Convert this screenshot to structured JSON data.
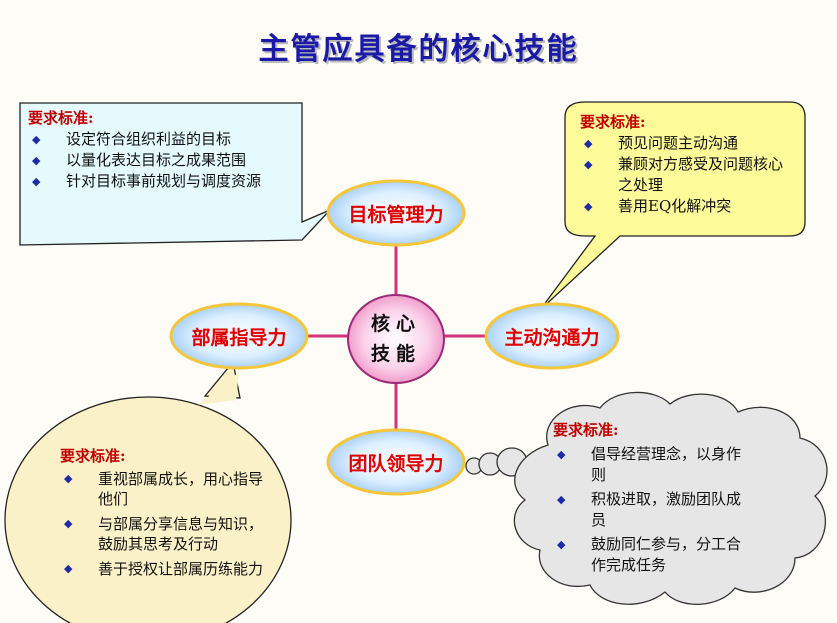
{
  "title": "主管应具备的核心技能",
  "colors": {
    "title": "#1a1aa6",
    "node_text": "#e00000",
    "header": "#c00000",
    "bullet": "#1f2aa6",
    "line": "#d4327a"
  },
  "core": {
    "line1": "核心",
    "line2": "技能"
  },
  "nodes": {
    "top": "目标管理力",
    "right": "主动沟通力",
    "bottom": "团队领导力",
    "left": "部属指导力"
  },
  "callouts": {
    "top_left": {
      "header": "要求标准:",
      "items": [
        "设定符合组织利益的目标",
        "以量化表达目标之成果范围",
        "针对目标事前规划与调度资源"
      ]
    },
    "top_right": {
      "header": "要求标准:",
      "items": [
        "预见问题主动沟通",
        "兼顾对方感受及问题核心之处理",
        "善用EQ化解冲突"
      ]
    },
    "bottom_left": {
      "header": "要求标准:",
      "items": [
        "重视部属成长，用心指导他们",
        "与部属分享信息与知识，鼓励其思考及行动",
        "善于授权让部属历练能力"
      ]
    },
    "bottom_right": {
      "header": "要求标准:",
      "items": [
        "倡导经营理念，以身作则",
        "积极进取，激励团队成员",
        "鼓励同仁参与，分工合作完成任务"
      ]
    }
  }
}
